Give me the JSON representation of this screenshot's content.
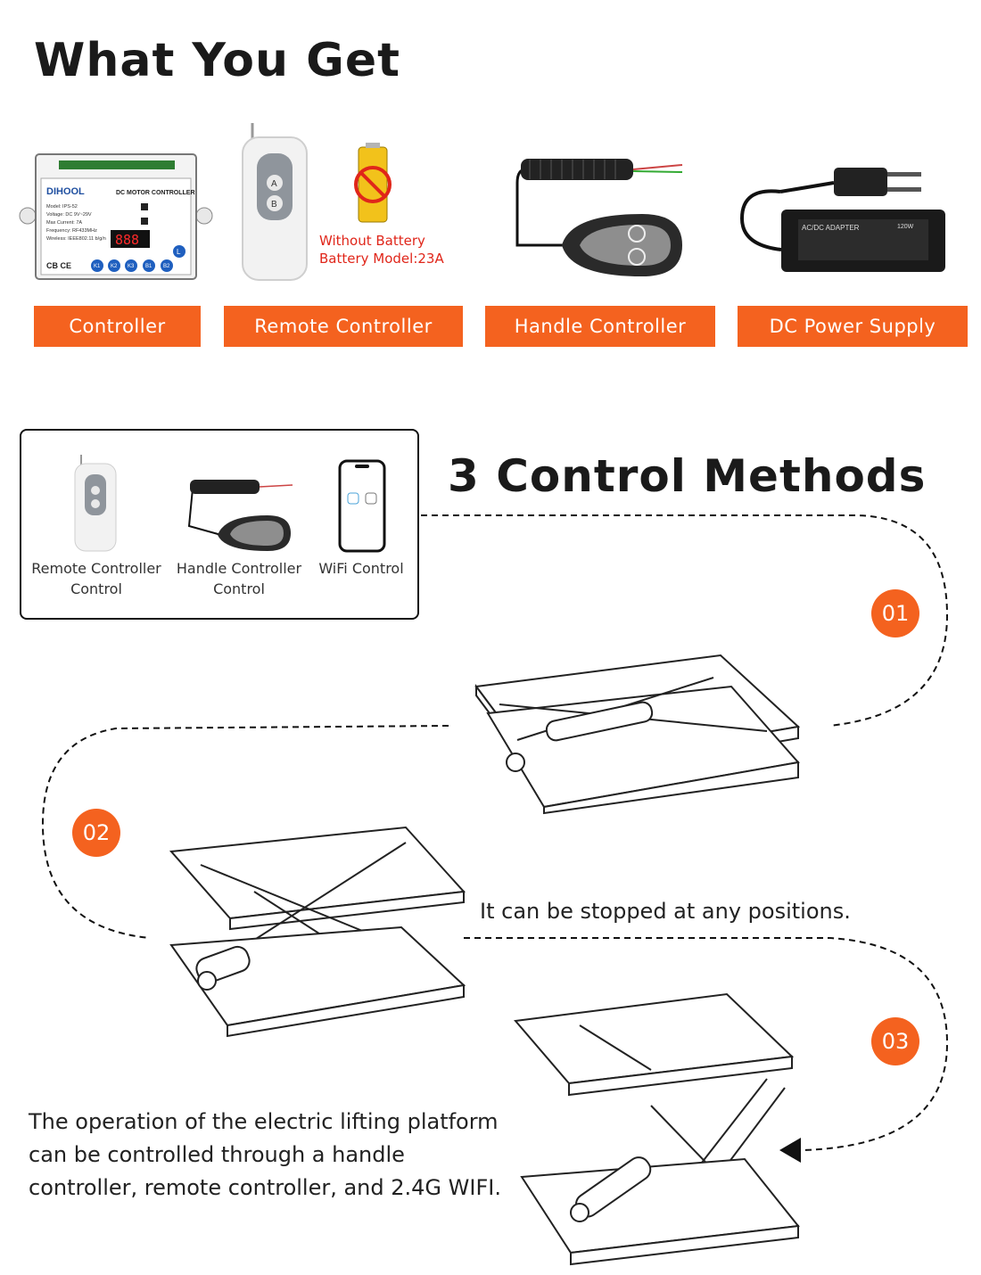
{
  "header": {
    "title": "What You Get"
  },
  "products": [
    {
      "label": "Controller"
    },
    {
      "label": "Remote Controller"
    },
    {
      "label": "Handle Controller"
    },
    {
      "label": "DC Power Supply"
    }
  ],
  "controller_device": {
    "brand": "DIHOOL",
    "model_title": "DC MOTOR CONTROLLER",
    "spec_lines": [
      "Model: IPS-52",
      "Voltage: DC 9V~29V",
      "Max Current: 7A",
      "Frequency: RF433MHz",
      "Wireless: IEEE802.11 b/g/n"
    ],
    "display": "888",
    "buttons": [
      "K1",
      "K2",
      "K3",
      "B1",
      "B2"
    ],
    "corner_button": "L",
    "cert_marks": "CB CE"
  },
  "remote": {
    "button_a": "A",
    "button_b": "B"
  },
  "battery_note": {
    "line1": "Without Battery",
    "line2": "Battery Model:23A"
  },
  "adapter": {
    "label": "AC/DC ADAPTER",
    "power": "120W"
  },
  "methods_panel": {
    "title": "3 Control Methods",
    "items": [
      {
        "line1": "Remote Controller",
        "line2": "Control"
      },
      {
        "line1": "Handle Controller",
        "line2": "Control"
      },
      {
        "line1": "WiFi Control",
        "line2": ""
      }
    ]
  },
  "steps": [
    {
      "number": "01"
    },
    {
      "number": "02"
    },
    {
      "number": "03"
    }
  ],
  "stop_caption": "It can be stopped at any positions.",
  "description": "The operation of the electric lifting platform can be controlled through a handle controller, remote controller, and 2.4G WIFI.",
  "colors": {
    "accent": "#f4621f",
    "battery_red": "#e0261a",
    "text": "#1a1a1a"
  }
}
